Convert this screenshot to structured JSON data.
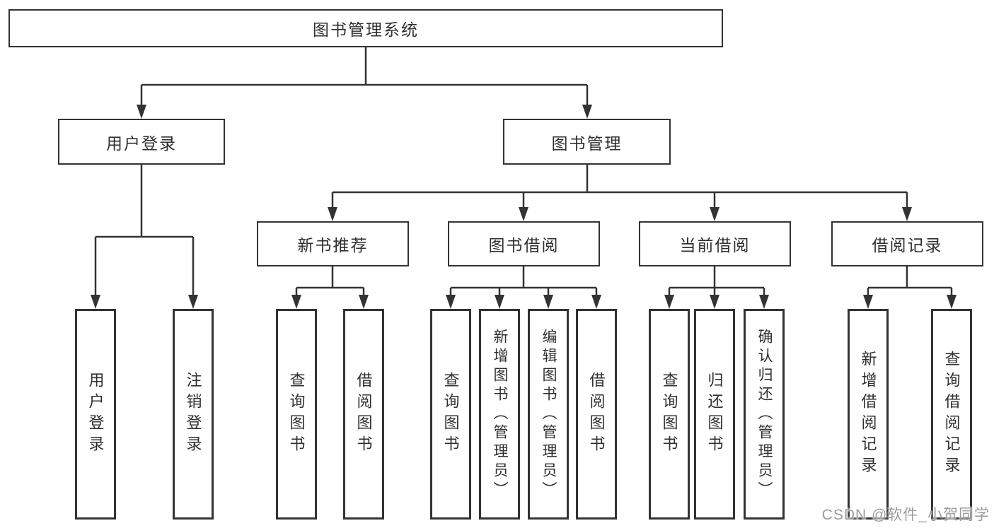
{
  "diagram": {
    "root": {
      "label": "图书管理系统"
    },
    "branches": [
      {
        "label": "用户登录",
        "children": [
          {
            "label": "用户登录"
          },
          {
            "label": "注销登录"
          }
        ]
      },
      {
        "label": "图书管理",
        "children": [
          {
            "label": "新书推荐",
            "children": [
              {
                "label": "查询图书"
              },
              {
                "label": "借阅图书"
              }
            ]
          },
          {
            "label": "图书借阅",
            "children": [
              {
                "label": "查询图书"
              },
              {
                "label": "新增图书（管理员）"
              },
              {
                "label": "编辑图书（管理员）"
              },
              {
                "label": "借阅图书"
              }
            ]
          },
          {
            "label": "当前借阅",
            "children": [
              {
                "label": "查询图书"
              },
              {
                "label": "归还图书"
              },
              {
                "label": "确认归还（管理员）"
              }
            ]
          },
          {
            "label": "借阅记录",
            "children": [
              {
                "label": "新增借阅记录"
              },
              {
                "label": "查询借阅记录"
              }
            ]
          }
        ]
      }
    ],
    "watermark": "CSDN @软件_小贺同学",
    "colors": {
      "line": "#333333",
      "text": "#2f2f2f",
      "background": "#ffffff",
      "watermark": "#9b9b9b"
    }
  }
}
